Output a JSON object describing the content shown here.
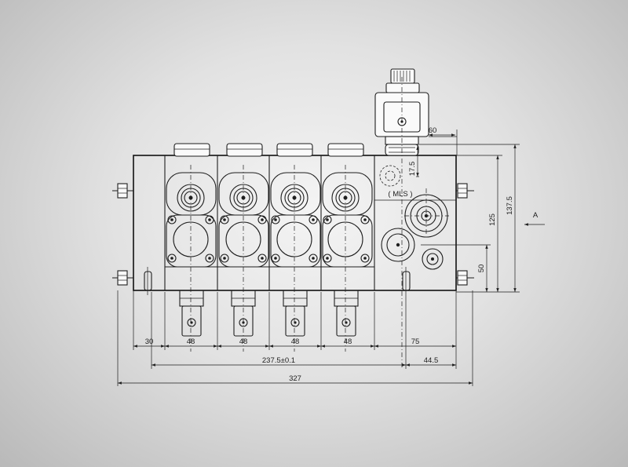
{
  "dimensions": {
    "d30": "30",
    "d48": [
      "48",
      "48",
      "48",
      "48"
    ],
    "d75": "75",
    "d237": "237.5±0.1",
    "d44": "44.5",
    "d327": "327",
    "d60": "60",
    "d17": "17.5",
    "d125": "125",
    "d137": "137.5",
    "d50": "50"
  },
  "labels": {
    "mls": "( MLS )",
    "view": "A"
  }
}
